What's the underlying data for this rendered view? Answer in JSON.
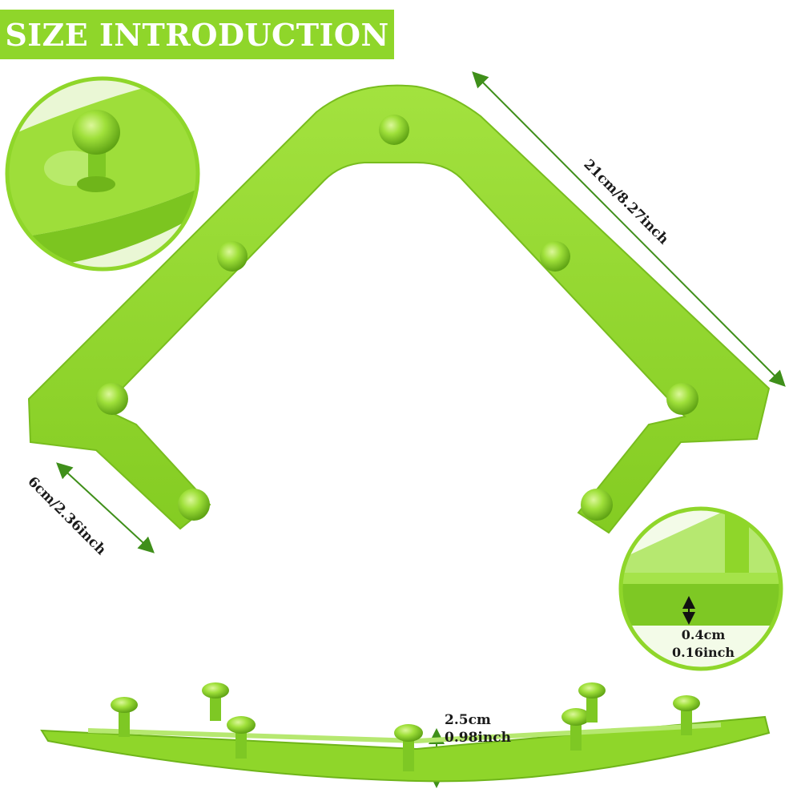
{
  "banner": {
    "title": "SIZE INTRODUCTION"
  },
  "dimensions": {
    "arm_length": "21cm/8.27inch",
    "end_length": "6cm/2.36inch",
    "thickness_cm": "0.4cm",
    "thickness_in": "0.16inch",
    "height_cm": "2.5cm",
    "height_in": "0.98inch"
  },
  "colors": {
    "product": "#8fd62a",
    "product_dark": "#6fb51a",
    "arrow": "#3f8f1a",
    "banner": "#8fd62a"
  },
  "icons": [
    "peg-knob-icon",
    "double-arrow-icon"
  ]
}
